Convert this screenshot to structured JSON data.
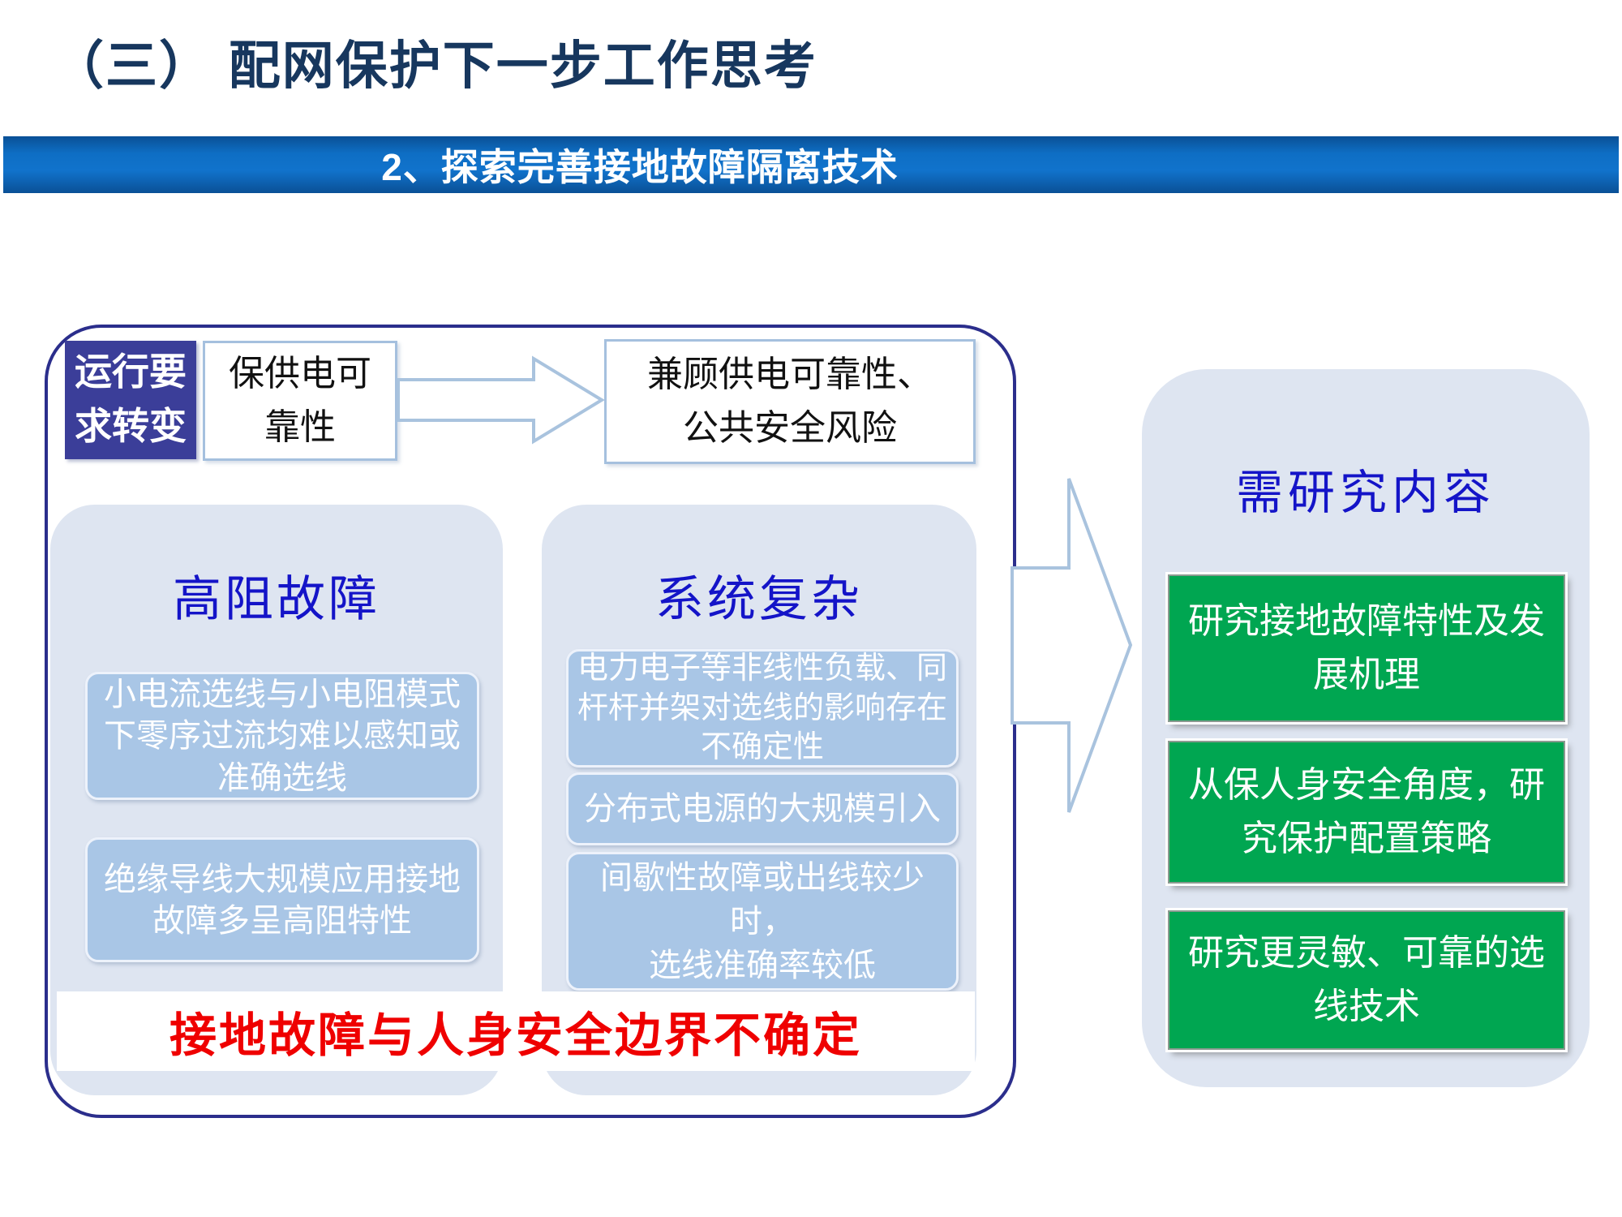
{
  "title": "（三） 配网保护下一步工作思考",
  "banner": {
    "text": "2、探索完善接地故障隔离技术"
  },
  "transition": {
    "tag": "运行要\n求转变",
    "from": "保供电可\n靠性",
    "to": "兼顾供电可靠性、\n公共安全风险"
  },
  "problems": {
    "left": {
      "heading": "高阻故障",
      "items": [
        "小电流选线与小电阻模式\n下零序过流均难以感知或\n准确选线",
        "绝缘导线大规模应用接地\n故障多呈高阻特性"
      ]
    },
    "right": {
      "heading": "系统复杂",
      "items": [
        "电力电子等非线性负载、同\n杆杆并架对选线的影响存在\n不确定性",
        "分布式电源的大规模引入",
        "间歇性故障或出线较少时，\n选线准确率较低"
      ]
    },
    "conclusion": "接地故障与人身安全边界不确定"
  },
  "research": {
    "heading": "需研究内容",
    "items": [
      "研究接地故障特性及发\n展机理",
      "从保人身安全角度，研\n究保护配置策略",
      "研究更灵敏、可靠的选\n线技术"
    ]
  },
  "colors": {
    "title_navy": "#17375E",
    "banner_blue": "#0E6EC4",
    "container_border": "#2B2E8C",
    "tag_indigo": "#3B3E99",
    "box_border_blue": "#A5C0DE",
    "panel_bg": "#DEE5F1",
    "sub_box_blue": "#A9C6E6",
    "heading_blue": "#1414C8",
    "conclusion_red": "#EF0000",
    "research_green": "#00A651",
    "arrow_outline": "#A9C3DE"
  }
}
